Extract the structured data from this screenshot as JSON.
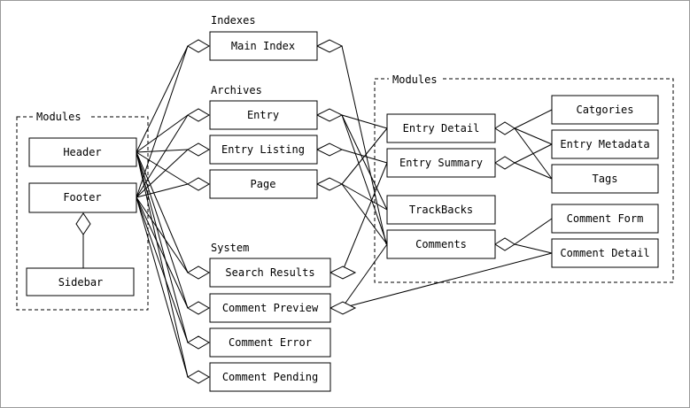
{
  "groups": {
    "modules_left": "Modules",
    "modules_right": "Modules"
  },
  "sections": {
    "indexes": "Indexes",
    "archives": "Archives",
    "system": "System"
  },
  "left_modules": {
    "header": "Header",
    "footer": "Footer",
    "sidebar": "Sidebar"
  },
  "templates": {
    "main_index": "Main Index",
    "entry": "Entry",
    "entry_listing": "Entry Listing",
    "page": "Page",
    "search_results": "Search Results",
    "comment_preview": "Comment Preview",
    "comment_error": "Comment Error",
    "comment_pending": "Comment Pending"
  },
  "right_modules": {
    "entry_detail": "Entry Detail",
    "entry_summary": "Entry Summary",
    "trackbacks": "TrackBacks",
    "comments": "Comments"
  },
  "sub_modules": {
    "categories": "Catgories",
    "entry_metadata": "Entry Metadata",
    "tags": "Tags",
    "comment_form": "Comment Form",
    "comment_detail": "Comment Detail"
  }
}
